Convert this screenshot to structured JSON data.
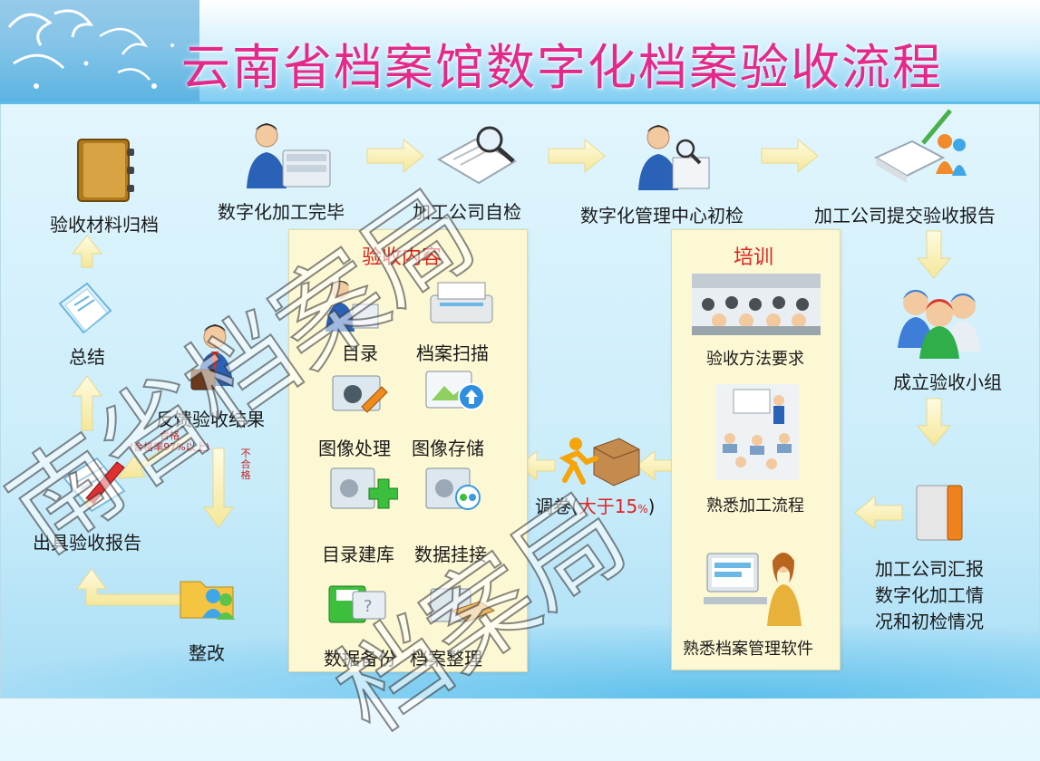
{
  "title": "云南省档案馆数字化档案验收流程",
  "steps": {
    "digitization_done": "数字化加工完毕",
    "company_self_check": "加工公司自检",
    "center_initial_check": "数字化管理中心初检",
    "company_submit_report": "加工公司提交验收报告",
    "form_group": "成立验收小组",
    "company_report_line1": "加工公司汇报",
    "company_report_line2": "数字化加工情",
    "company_report_line3": "况和初检情况",
    "retrieve_prefix": "调卷(",
    "retrieve_highlight": "大于15",
    "retrieve_percent": "%",
    "retrieve_suffix": ")",
    "feedback": "反馈验收结果",
    "pass_line1": "合格",
    "pass_line2": "(合格率97%以上)",
    "fail_line1": "不",
    "fail_line2": "合",
    "fail_line3": "格",
    "issue_report": "出具验收报告",
    "rectify": "整改",
    "summary": "总结",
    "archive_materials": "验收材料归档"
  },
  "content_panel": {
    "title": "验收内容",
    "items": [
      "目录",
      "档案扫描",
      "图像处理",
      "图像存储",
      "目录建库",
      "数据挂接",
      "数据备份",
      "档案整理"
    ]
  },
  "training_panel": {
    "title": "培训",
    "items": [
      "验收方法要求",
      "熟悉加工流程",
      "熟悉档案管理软件"
    ]
  },
  "watermark": [
    "南省档案局",
    "档案局"
  ],
  "colors": {
    "title": "#e32a8a",
    "panel_title": "#e0221f",
    "panel_bg": "#fdf8d4",
    "arrow": "#fbf3b8"
  }
}
